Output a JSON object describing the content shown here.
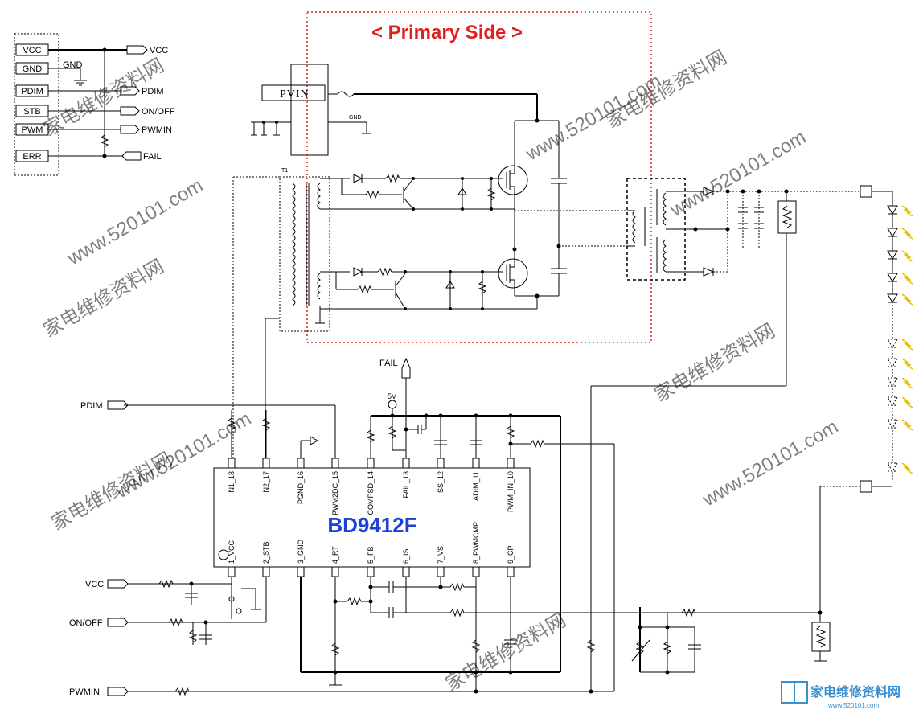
{
  "title": "< Primary Side >",
  "ic": {
    "name": "BD9412F",
    "pins_top": [
      "N1_18",
      "N2_17",
      "PGND_16",
      "PWM2DC_15",
      "COMPSD_14",
      "FAIL_13",
      "SS_12",
      "ADIM_11",
      "PWM_IN_10"
    ],
    "pins_bottom": [
      "1_VCC",
      "2_STB",
      "3_GND",
      "4_RT",
      "5_FB",
      "6_IS",
      "7_VS",
      "8_PWMCMP",
      "9_CP"
    ]
  },
  "connector": {
    "pins": [
      "VCC",
      "GND",
      "PDIM",
      "STB",
      "PWM",
      "ERR"
    ],
    "signals": [
      "VCC",
      "PDIM",
      "ON/OFF",
      "PWMIN",
      "FAIL"
    ],
    "gnd_label": "GND"
  },
  "supply": {
    "label": "PVIN",
    "gnd": "GND"
  },
  "transformer_label": "T1",
  "nets": {
    "fail": "FAIL",
    "v5": "5V",
    "pdim": "PDIM",
    "vcc": "VCC",
    "onoff": "ON/OFF",
    "pwmin": "PWMIN"
  },
  "watermarks": {
    "text1": "家电维修资料网",
    "text2": "www.520101.com",
    "logo": "家电维修资料网",
    "logo_url": "www.520101.com"
  },
  "colors": {
    "title": "#e02020",
    "ic_name": "#1f3fd8",
    "led_spark": "#e6c000",
    "logo": "#3a8fd0"
  }
}
